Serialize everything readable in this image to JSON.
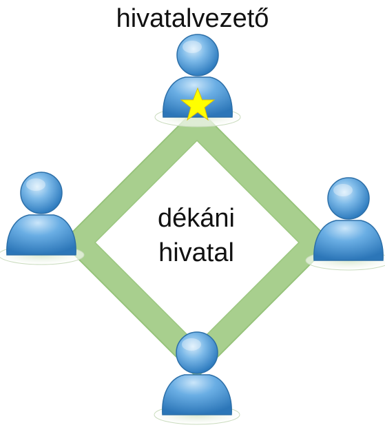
{
  "diagram": {
    "title": "hivatalvezető",
    "center_label_line1": "dékáni",
    "center_label_line2": "hivatal",
    "colors": {
      "ring_green": "#a8cf8e",
      "ring_green_dark": "#8fc073",
      "person_blue_light": "#bfe0f7",
      "person_blue": "#5ea7e0",
      "person_blue_dark": "#2f7cbf",
      "star": "#ffff00"
    },
    "people": [
      {
        "role": "leader",
        "icon": "person-icon",
        "badge": "star-icon"
      },
      {
        "role": "member",
        "icon": "person-icon"
      },
      {
        "role": "member",
        "icon": "person-icon"
      },
      {
        "role": "member",
        "icon": "person-icon"
      }
    ]
  }
}
